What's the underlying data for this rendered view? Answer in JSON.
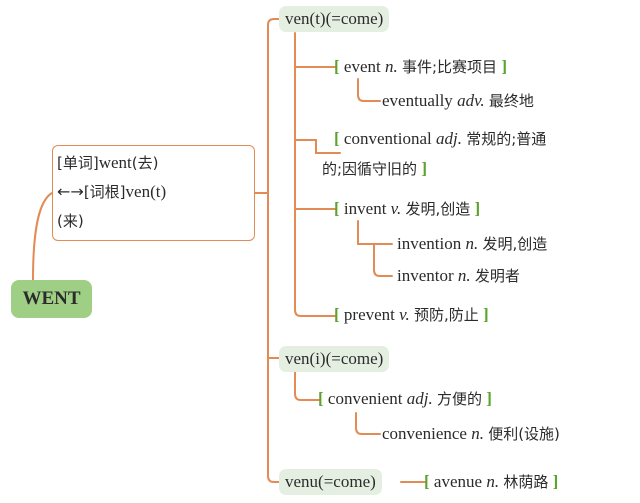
{
  "root_word": "WENT",
  "info": {
    "line1_bracket": "[单词]",
    "line1_word": "went",
    "line1_gloss": "(去)",
    "line2_arrow": "←→",
    "line2_bracket": "[词根]",
    "line2_root": "ven(t)",
    "line3_gloss": "(来)"
  },
  "roots": [
    {
      "label": "ven(t)(=come)",
      "words": [
        {
          "lb": "[",
          "word": "event",
          "pos": "n.",
          "meaning": "事件;比赛项目",
          "rb": "]",
          "children": [
            {
              "word": "eventually",
              "pos": "adv.",
              "meaning": "最终地"
            }
          ]
        },
        {
          "lb": "[",
          "word": "conventional",
          "pos": "adj.",
          "meaning": "常规的;普通",
          "meaning_cont": "的;因循守旧的",
          "rb": "]",
          "children": []
        },
        {
          "lb": "[",
          "word": "invent",
          "pos": "v.",
          "meaning": "发明,创造",
          "rb": "]",
          "children": [
            {
              "word": "invention",
              "pos": "n.",
              "meaning": "发明,创造"
            },
            {
              "word": "inventor",
              "pos": "n.",
              "meaning": "发明者"
            }
          ]
        },
        {
          "lb": "[",
          "word": "prevent",
          "pos": "v.",
          "meaning": "预防,防止",
          "rb": "]",
          "children": []
        }
      ]
    },
    {
      "label": "ven(i)(=come)",
      "words": [
        {
          "lb": "[",
          "word": "convenient",
          "pos": "adj.",
          "meaning": "方便的",
          "rb": "]",
          "children": [
            {
              "word": "convenience",
              "pos": "n.",
              "meaning": "便利(设施)"
            }
          ]
        }
      ]
    },
    {
      "label": "venu(=come)",
      "words": [
        {
          "lb": "[",
          "word": "avenue",
          "pos": "n.",
          "meaning": "林荫路",
          "rb": "]",
          "children": []
        }
      ]
    }
  ],
  "colors": {
    "line": "#e28b55",
    "bracket": "#5aa32c",
    "root_bg": "#9fcf85",
    "pill_bg": "#e4efe2"
  }
}
